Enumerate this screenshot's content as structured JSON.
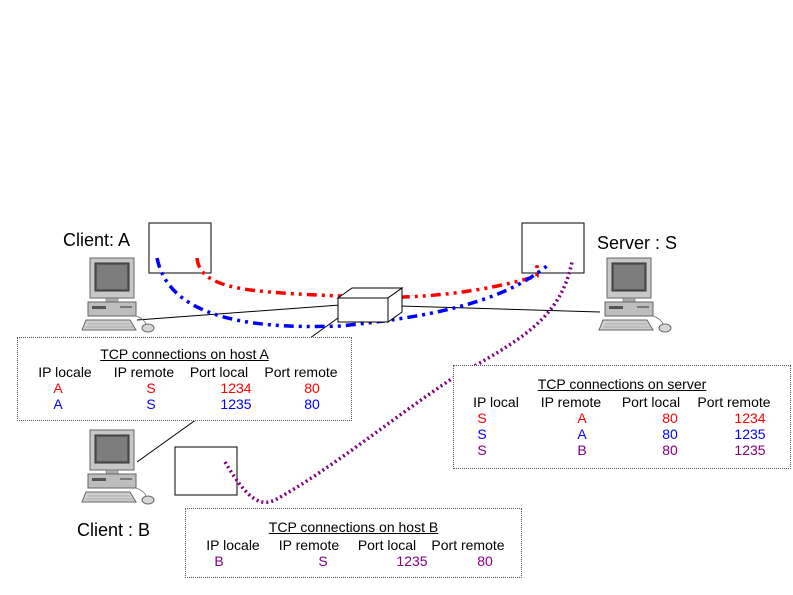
{
  "labels": {
    "client_a": "Client: A",
    "client_b": "Client : B",
    "server": "Server : S"
  },
  "colors": {
    "conn1": "#ff0000",
    "conn2": "#0000ff",
    "conn3": "#800080"
  },
  "tables": {
    "host_a": {
      "title": "TCP connections on host A",
      "headers": [
        "IP locale",
        "IP remote",
        "Port local",
        "Port remote"
      ],
      "rows": [
        {
          "color": "red",
          "cells": [
            "A",
            "S",
            "1234",
            "80"
          ]
        },
        {
          "color": "blue",
          "cells": [
            "A",
            "S",
            "1235",
            "80"
          ]
        }
      ]
    },
    "server": {
      "title": "TCP connections on server",
      "headers": [
        "IP local",
        "IP remote",
        "Port local",
        "Port remote"
      ],
      "rows": [
        {
          "color": "red",
          "cells": [
            "S",
            "A",
            "80",
            "1234"
          ]
        },
        {
          "color": "blue",
          "cells": [
            "S",
            "A",
            "80",
            "1235"
          ]
        },
        {
          "color": "purple",
          "cells": [
            "S",
            "B",
            "80",
            "1235"
          ]
        }
      ]
    },
    "host_b": {
      "title": "TCP connections on host B",
      "headers": [
        "IP locale",
        "IP remote",
        "Port local",
        "Port remote"
      ],
      "rows": [
        {
          "color": "purple",
          "cells": [
            "B",
            "S",
            "1235",
            "80"
          ]
        }
      ]
    }
  }
}
